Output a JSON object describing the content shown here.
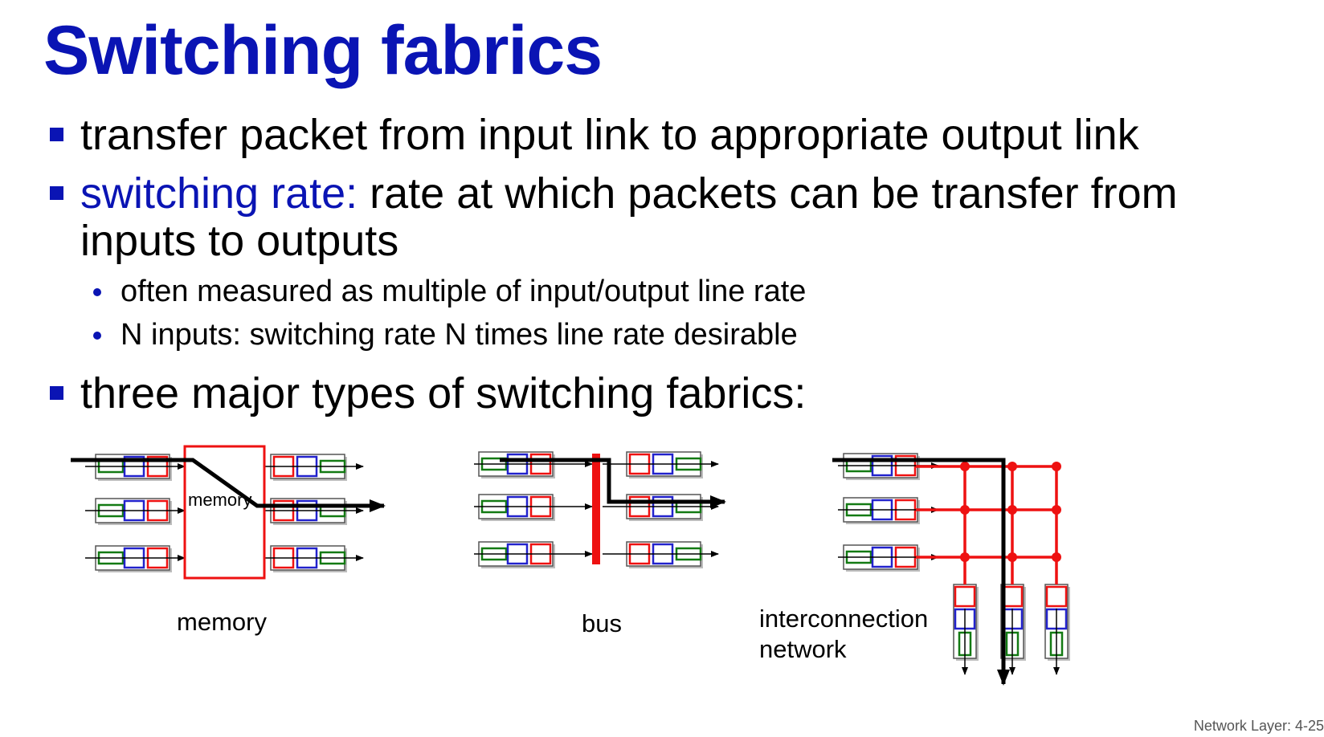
{
  "title": "Switching fabrics",
  "bullets": {
    "b1": "transfer packet from input link to appropriate output link",
    "b2_highlight": "switching rate:",
    "b2_rest": " rate at which packets can be transfer from",
    "b2_cont": "inputs to outputs",
    "sub1": "often measured as multiple of input/output line rate",
    "sub2": "N inputs: switching rate N times line rate desirable",
    "b3": "three major types of switching fabrics:"
  },
  "diagrams": {
    "memory_box_label": "memory",
    "memory_caption": "memory",
    "bus_caption": "bus",
    "interconnect_caption_line1": "interconnection",
    "interconnect_caption_line2": "network"
  },
  "footer": "Network Layer: 4-25",
  "colors": {
    "title": "#0a14b4",
    "fabric": "#ee1111",
    "green": "#137a13",
    "blue": "#2222cc"
  }
}
